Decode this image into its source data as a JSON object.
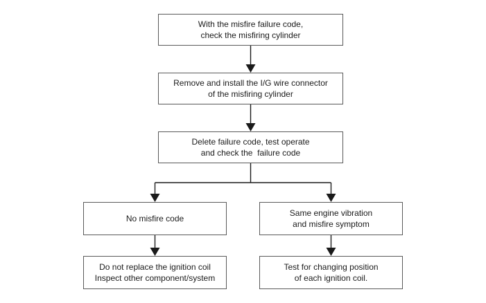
{
  "colors": {
    "background": "#ffffff",
    "box_border": "#595959",
    "box_fill": "#ffffff",
    "connector": "#1a1a1a",
    "text": "#1a1a1a"
  },
  "flowchart": {
    "type": "troubleshooting-flowchart",
    "nodes": [
      {
        "id": "step-check-cylinder",
        "label": "With the misfire failure code,\ncheck the misfiring cylinder"
      },
      {
        "id": "step-remove-install",
        "label": "Remove and install the I/G wire connector\nof the misfiring cylinder"
      },
      {
        "id": "step-delete-code",
        "label": "Delete failure code, test operate\nand check the  failure code"
      },
      {
        "id": "outcome-no-misfire",
        "label": "No misfire code"
      },
      {
        "id": "outcome-same-vibration",
        "label": "Same engine vibration\nand misfire symptom"
      },
      {
        "id": "action-do-not-replace",
        "label": "Do not replace the ignition coil\nInspect other component/system"
      },
      {
        "id": "action-test-position",
        "label": "Test for changing position\nof each ignition coil."
      }
    ]
  }
}
